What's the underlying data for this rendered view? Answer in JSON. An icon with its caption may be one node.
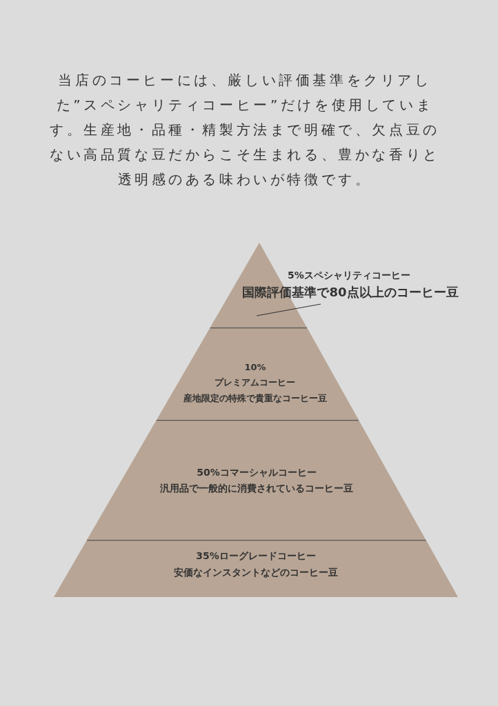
{
  "diagram": {
    "nodes": [
      {
        "text": [
          "5%スペシャリティコーヒー"
        ]
      },
      {
        "text": [
          "国際評価基準で80点以上のコーヒー豆"
        ]
      },
      {
        "text": [
          "10%",
          "プレミアムコーヒー",
          "産地限定の特殊で貴重なコーヒー豆"
        ]
      },
      {
        "text": [
          "50%コマーシャルコーヒー",
          "汎用品で一般的に消費されているコーヒー豆"
        ]
      },
      {
        "text": [
          "35%ローグレードコーヒー",
          "安価なインスタントなどのコーヒー豆"
        ]
      }
    ],
    "edges": [
      {
        "from": 1,
        "to": 0,
        "arrow": "none"
      }
    ],
    "labels": [
      "当店のコーヒーには、厳しい評価基準をクリアした”スペシャリティコーヒー”だけを使用しています。生産地・品種・精製方法まで明確で、欠点豆のない高品質な豆だからこそ生まれる、豊かな香りと透明感のある味わいが特徴です。"
    ]
  }
}
